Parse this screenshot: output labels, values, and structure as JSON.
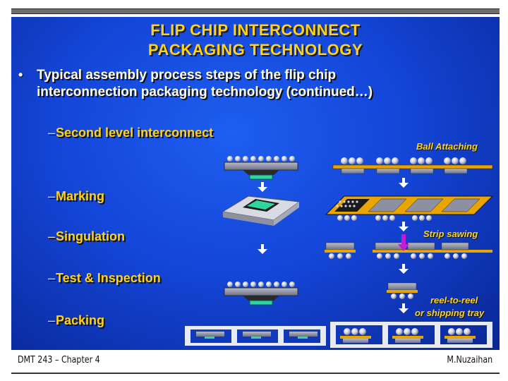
{
  "slide": {
    "title_line1": "FLIP CHIP INTERCONNECT",
    "title_line2": "PACKAGING TECHNOLOGY",
    "bullet": "•",
    "main_line1": "Typical assembly process steps of the flip chip",
    "main_line2": "interconnection packaging technology (continued…)",
    "steps": [
      {
        "dash": "–",
        "label": "Second level interconnect"
      },
      {
        "dash": "–",
        "label": "Marking"
      },
      {
        "dash": "–",
        "label": "Singulation"
      },
      {
        "dash": "–",
        "label": "Test & Inspection"
      },
      {
        "dash": "–",
        "label": "Packing"
      }
    ],
    "process_labels": {
      "ball_attaching": "Ball Attaching",
      "strip_sawing": "Strip sawing",
      "reel_line1": "reel-to-reel",
      "reel_line2": "or shipping tray"
    }
  },
  "footer": {
    "left": "DMT 243 – Chapter 4",
    "right": "M.Nuzaihan"
  },
  "colors": {
    "title_yellow": "#ffd21a",
    "slide_blue": "#1446d8",
    "chip_green": "#2fd6a0",
    "ball_silver": "#d8dcef",
    "strip_gold": "#e8a400",
    "arrow_magenta": "#c21cd6"
  }
}
